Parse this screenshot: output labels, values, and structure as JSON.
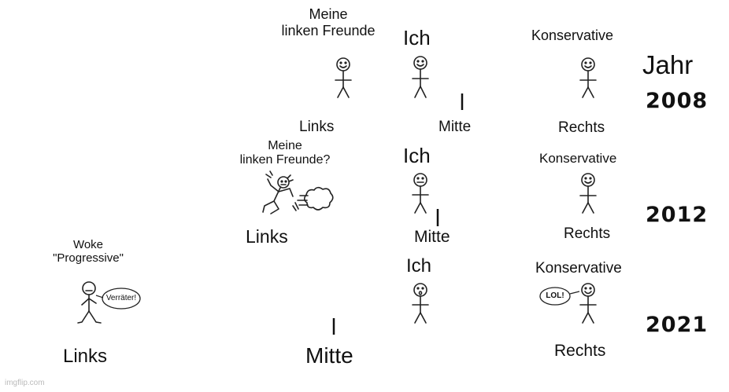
{
  "legend": {
    "jahr": "Jahr"
  },
  "rows": [
    {
      "year": "2008",
      "friends_label": "Meine\nlinken Freunde",
      "ich_label": "Ich",
      "konservative_label": "Konservative",
      "links_label": "Links",
      "mitte_label": "Mitte",
      "rechts_label": "Rechts"
    },
    {
      "year": "2012",
      "friends_label": "Meine\nlinken Freunde?",
      "ich_label": "Ich",
      "konservative_label": "Konservative",
      "links_label": "Links",
      "mitte_label": "Mitte",
      "rechts_label": "Rechts"
    },
    {
      "year": "2021",
      "woke_label": "Woke\n\"Progressive\"",
      "speech_woke": "Verräter!",
      "ich_label": "Ich",
      "konservative_label": "Konservative",
      "speech_konservative": "LOL!",
      "links_label": "Links",
      "mitte_label": "Mitte",
      "rechts_label": "Rechts"
    }
  ],
  "watermark": "imgflip.com",
  "colors": {
    "left": "#4a7fc1",
    "middle": "#6b4d78",
    "right": "#d0443a"
  }
}
